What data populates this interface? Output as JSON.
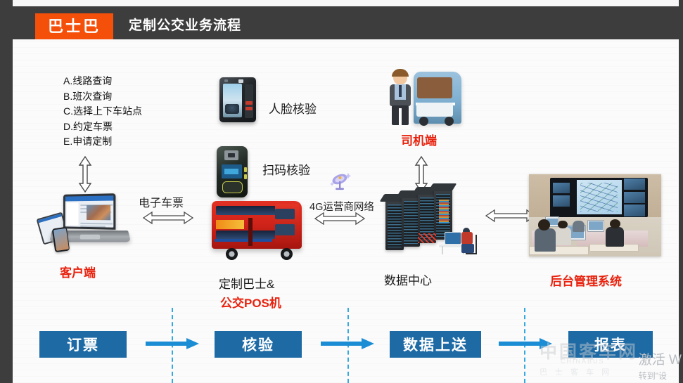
{
  "header": {
    "logo": "巴士巴",
    "title": "定制公交业务流程"
  },
  "client": {
    "bullets": [
      "A.线路查询",
      "B.班次查询",
      "C.选择上下车站点",
      "D.约定车票",
      "E.申请定制"
    ],
    "label": "客户端"
  },
  "connectors": {
    "eticket": "电子车票",
    "network": "4G运营商网络"
  },
  "devices": {
    "face_verify": "人脸核验",
    "scan_verify": "扫码核验"
  },
  "bus": {
    "line1": "定制巴士&",
    "line2": "公交POS机"
  },
  "driver": {
    "label": "司机端"
  },
  "datacenter": {
    "label": "数据中心"
  },
  "backend": {
    "label": "后台管理系统"
  },
  "flow": {
    "steps": [
      {
        "label": "订票"
      },
      {
        "label": "核验"
      },
      {
        "label": "数据上送"
      },
      {
        "label": "报表"
      }
    ]
  },
  "watermark": {
    "brand": "中国客车网",
    "brand_en": "CHINABUS",
    "brand_sub": "巴 士 客 车 网",
    "activate_line1": "激活 W",
    "activate_line2": "转到\"设"
  },
  "colors": {
    "header_bg": "#3d3d3d",
    "logo_bg": "#f5500a",
    "accent_red": "#e8220e",
    "flow_blue": "#1d6aa5",
    "arrow_blue": "#1b8dd4",
    "dash_cyan": "#35a8e0"
  }
}
